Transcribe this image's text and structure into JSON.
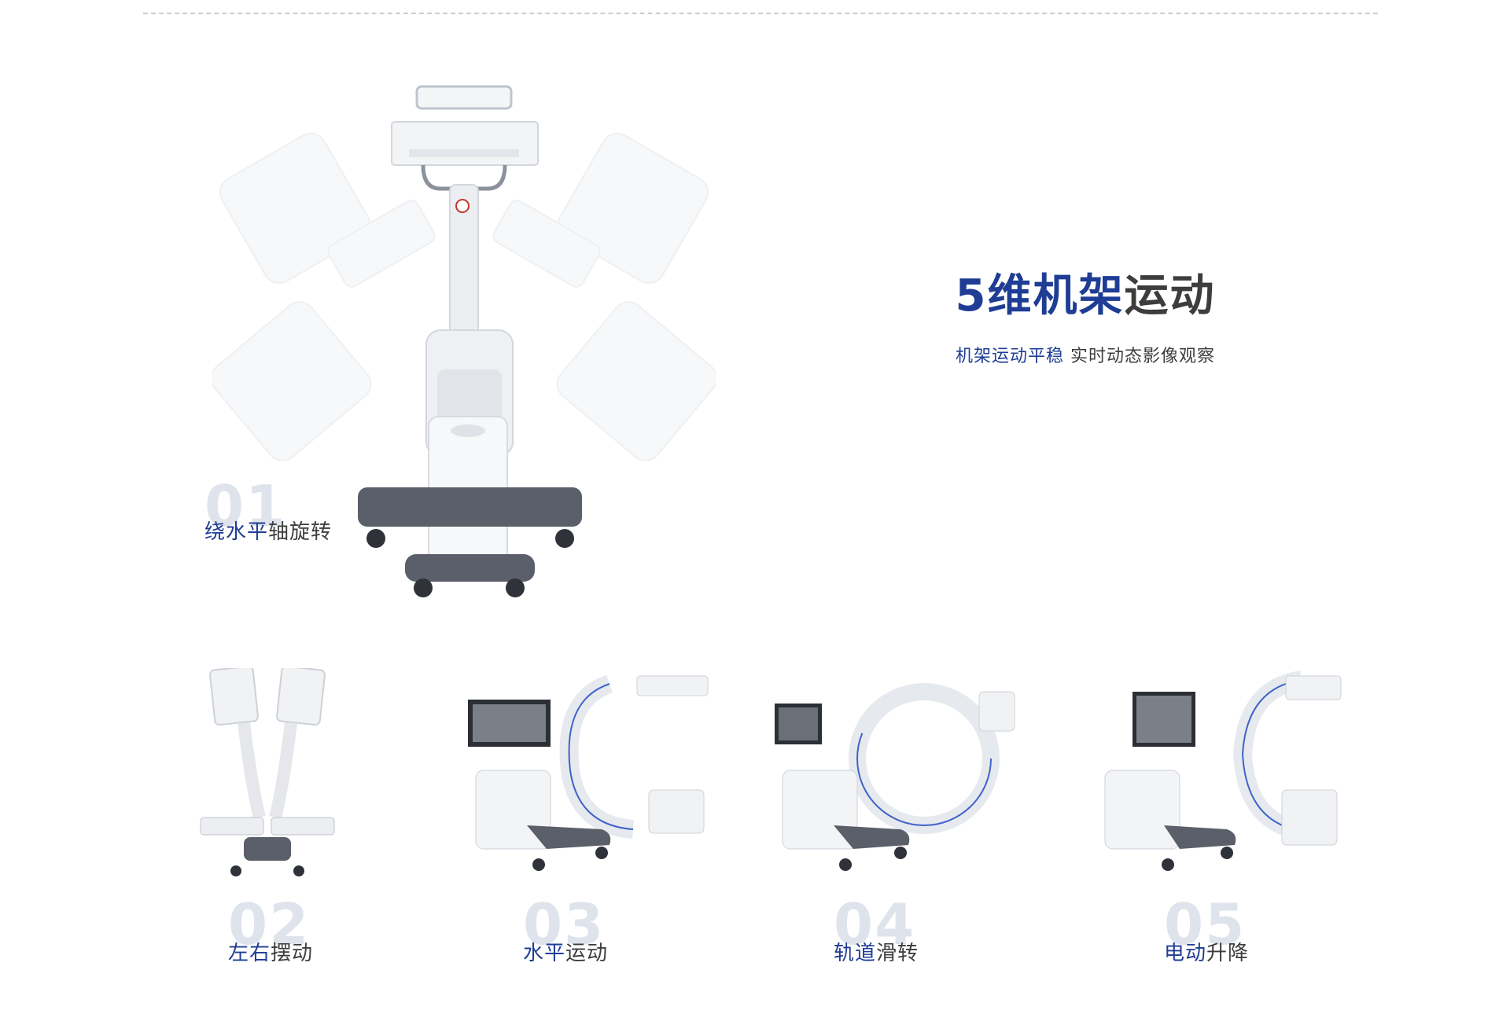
{
  "headline": {
    "highlight": "5维机架",
    "rest": "运动"
  },
  "subline": {
    "highlight": "机架运动平稳",
    "rest": " 实时动态影像观察"
  },
  "features": [
    {
      "number": "01",
      "title_highlight": "绕水平",
      "title_rest": "轴旋转"
    },
    {
      "number": "02",
      "title_highlight": "左右",
      "title_rest": "摆动"
    },
    {
      "number": "03",
      "title_highlight": "水平",
      "title_rest": "运动"
    },
    {
      "number": "04",
      "title_highlight": "轨道",
      "title_rest": "滑转"
    },
    {
      "number": "05",
      "title_highlight": "电动",
      "title_rest": "升降"
    }
  ],
  "colors": {
    "brand_blue": "#1f3d94",
    "text_gray": "#3d3d3d",
    "number_tint": "#dfe3ec",
    "base_gray": "#5a5f6a"
  }
}
